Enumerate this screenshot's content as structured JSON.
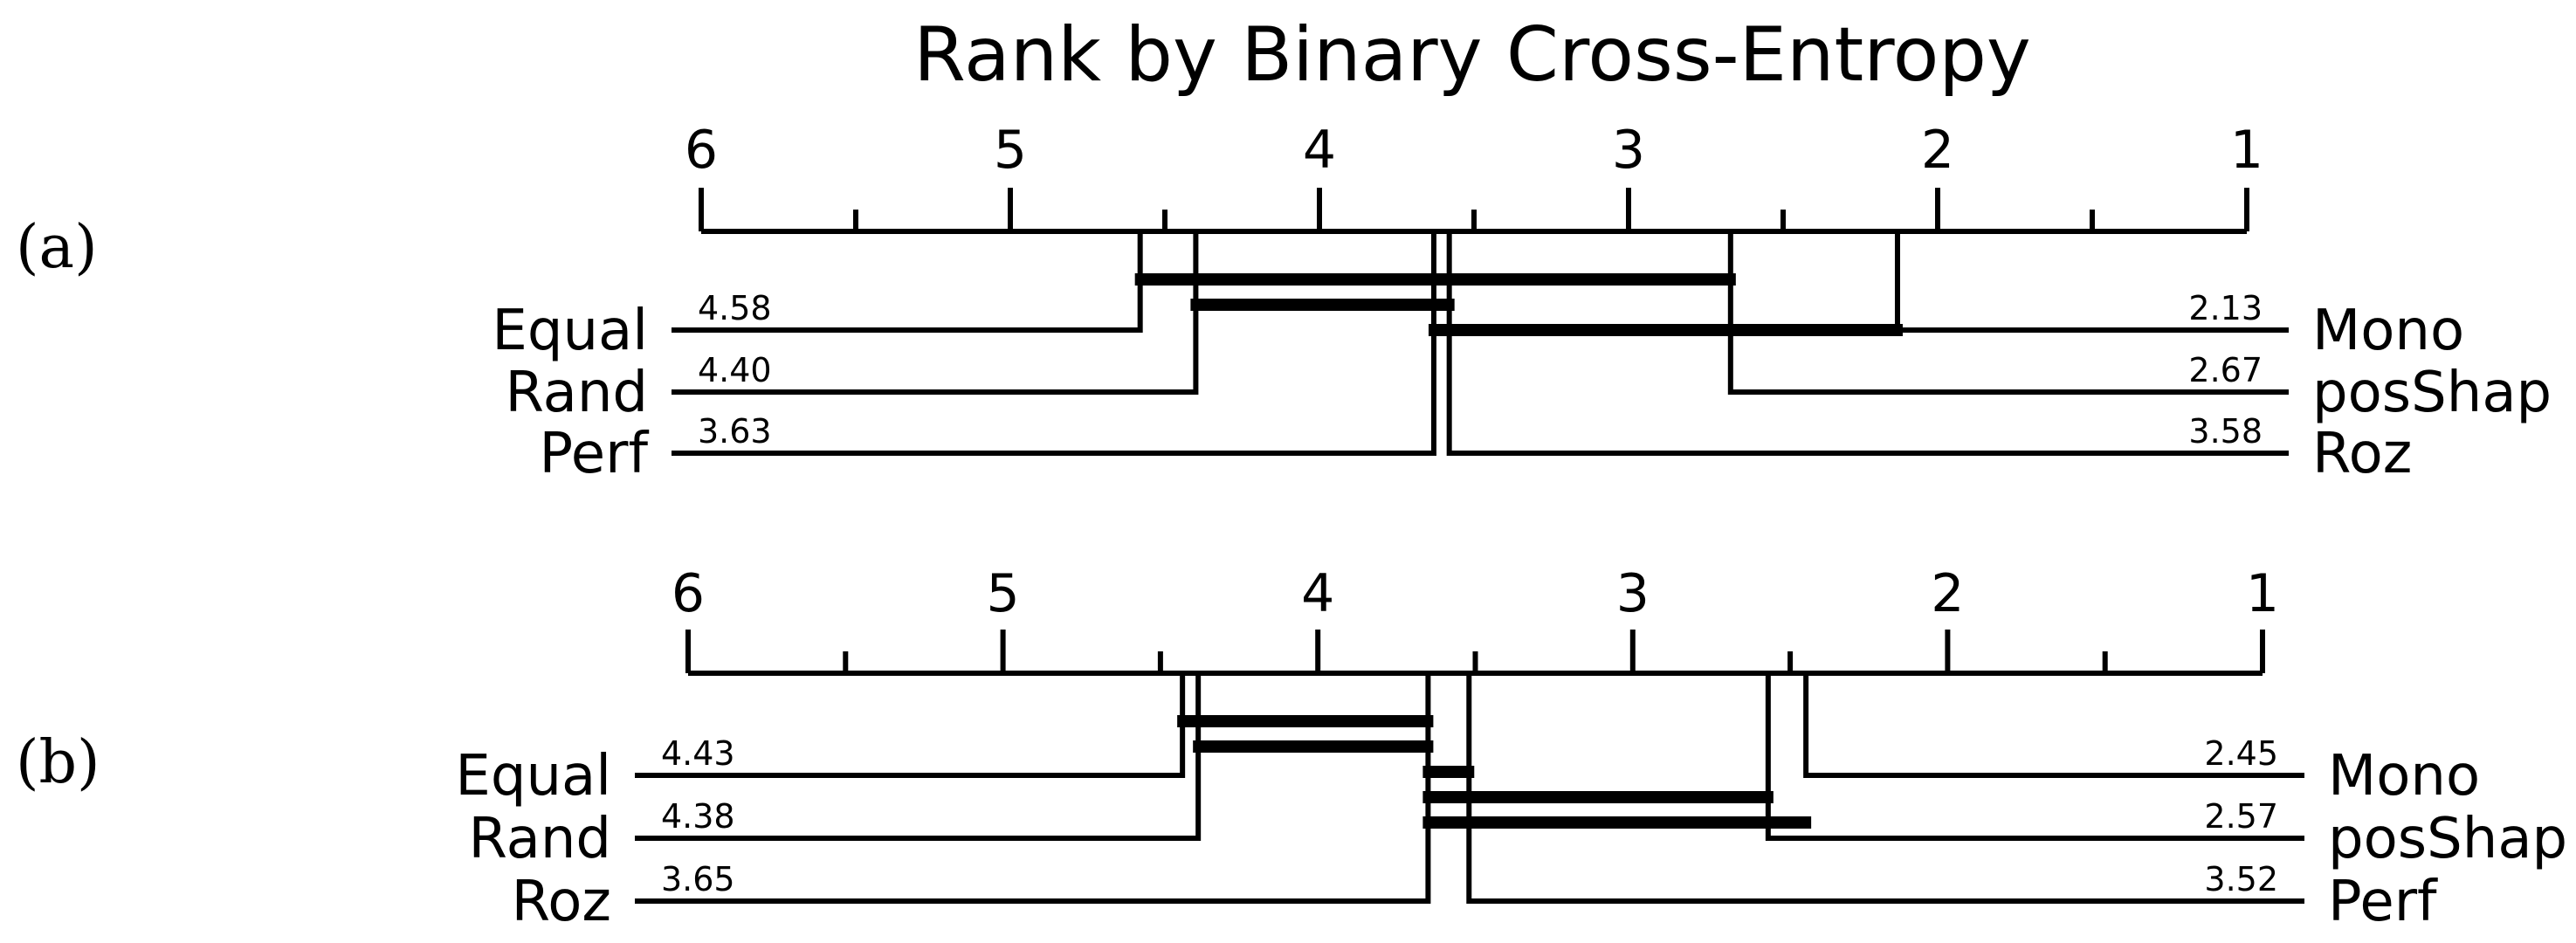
{
  "chart_data": {
    "type": "critical-difference-diagram",
    "title": "Rank by Binary Cross-Entropy",
    "panels": [
      {
        "label": "(a)",
        "axis_ticks": [
          "6",
          "5",
          "4",
          "3",
          "2",
          "1"
        ],
        "xlim": [
          6,
          1
        ],
        "left_methods": [
          {
            "name": "Equal",
            "rank": 4.58,
            "rank_label": "4.58"
          },
          {
            "name": "Rand",
            "rank": 4.4,
            "rank_label": "4.40"
          },
          {
            "name": "Perf",
            "rank": 3.63,
            "rank_label": "3.63"
          }
        ],
        "right_methods": [
          {
            "name": "Mono",
            "rank": 2.13,
            "rank_label": "2.13"
          },
          {
            "name": "posShap",
            "rank": 2.67,
            "rank_label": "2.67"
          },
          {
            "name": "Roz",
            "rank": 3.58,
            "rank_label": "3.58"
          }
        ],
        "cliques": [
          [
            4.58,
            2.67
          ],
          [
            4.4,
            3.58
          ],
          [
            3.63,
            2.13
          ]
        ]
      },
      {
        "label": "(b)",
        "axis_ticks": [
          "6",
          "5",
          "4",
          "3",
          "2",
          "1"
        ],
        "xlim": [
          6,
          1
        ],
        "left_methods": [
          {
            "name": "Equal",
            "rank": 4.43,
            "rank_label": "4.43"
          },
          {
            "name": "Rand",
            "rank": 4.38,
            "rank_label": "4.38"
          },
          {
            "name": "Roz",
            "rank": 3.65,
            "rank_label": "3.65"
          }
        ],
        "right_methods": [
          {
            "name": "Mono",
            "rank": 2.45,
            "rank_label": "2.45"
          },
          {
            "name": "posShap",
            "rank": 2.57,
            "rank_label": "2.57"
          },
          {
            "name": "Perf",
            "rank": 3.52,
            "rank_label": "3.52"
          }
        ],
        "cliques": [
          [
            4.43,
            3.65
          ],
          [
            4.38,
            3.65
          ],
          [
            3.65,
            3.52
          ],
          [
            3.65,
            2.57
          ],
          [
            3.65,
            2.45
          ]
        ]
      }
    ]
  }
}
